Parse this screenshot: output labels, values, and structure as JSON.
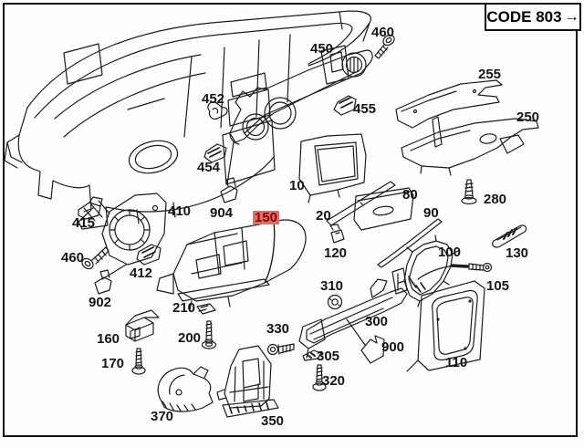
{
  "code_box": {
    "text": "CODE 803",
    "arrow": "→"
  },
  "colors": {
    "line": "#1c1c1c",
    "highlight_bg": "#e8695e",
    "highlight_text": "#7c0b0b",
    "background": "#ffffff",
    "border": "#101010"
  },
  "highlighted_part": "150",
  "labels": [
    {
      "text": "450"
    },
    {
      "text": "460"
    },
    {
      "text": "255"
    },
    {
      "text": "452"
    },
    {
      "text": "455"
    },
    {
      "text": "250"
    },
    {
      "text": "454"
    },
    {
      "text": "10"
    },
    {
      "text": "80"
    },
    {
      "text": "280"
    },
    {
      "text": "904"
    },
    {
      "text": "150"
    },
    {
      "text": "20"
    },
    {
      "text": "90"
    },
    {
      "text": "410"
    },
    {
      "text": "415"
    },
    {
      "text": "460"
    },
    {
      "text": "120"
    },
    {
      "text": "100"
    },
    {
      "text": "130"
    },
    {
      "text": "412"
    },
    {
      "text": "310"
    },
    {
      "text": "105"
    },
    {
      "text": "902"
    },
    {
      "text": "210"
    },
    {
      "text": "300"
    },
    {
      "text": "330"
    },
    {
      "text": "160"
    },
    {
      "text": "200"
    },
    {
      "text": "900"
    },
    {
      "text": "305"
    },
    {
      "text": "170"
    },
    {
      "text": "110"
    },
    {
      "text": "320"
    },
    {
      "text": "370"
    },
    {
      "text": "350"
    }
  ]
}
